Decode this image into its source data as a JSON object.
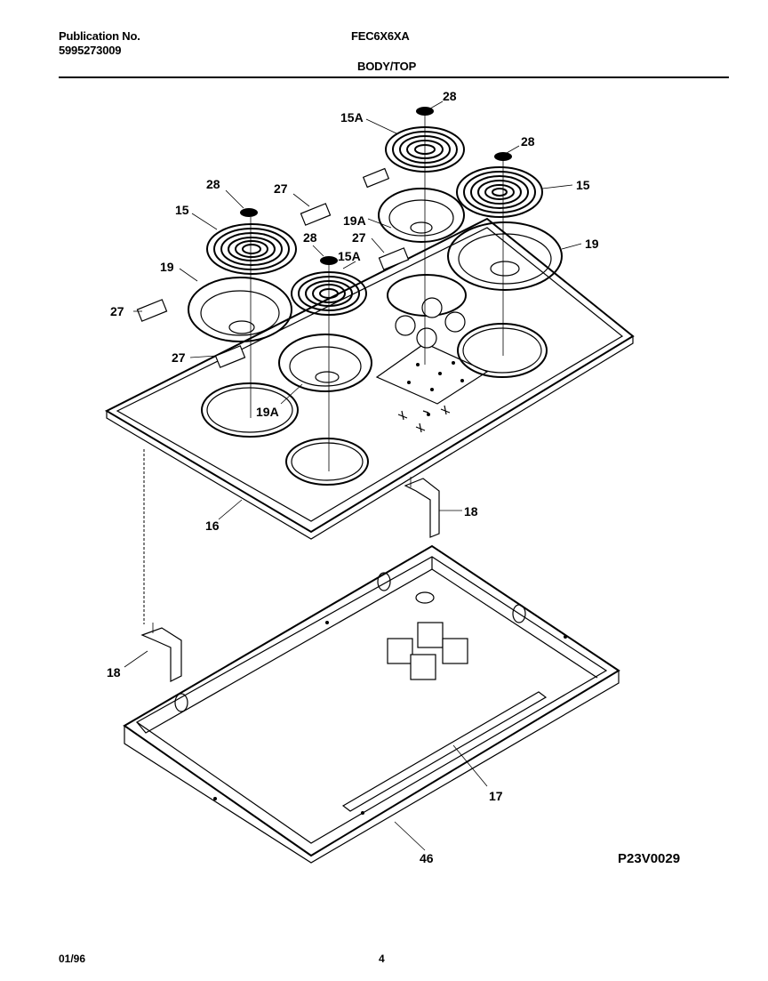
{
  "header": {
    "publication_label": "Publication No.",
    "publication_number": "5995273009",
    "model": "FEC6X6XA",
    "section": "BODY/TOP"
  },
  "footer": {
    "date": "01/96",
    "page": "4"
  },
  "diagram_code": "P23V0029",
  "callouts": {
    "c28a": "28",
    "c15a_top": "15A",
    "c28b": "28",
    "c15_right": "15",
    "c28c": "28",
    "c27a": "27",
    "c15_left": "15",
    "c19a_top": "19A",
    "c28d": "28",
    "c27b": "27",
    "c15a_mid": "15A",
    "c19_right": "19",
    "c19_left": "19",
    "c27c": "27",
    "c27d": "27",
    "c19a_bot": "19A",
    "c16": "16",
    "c18_right": "18",
    "c18_left": "18",
    "c17": "17",
    "c46": "46"
  }
}
